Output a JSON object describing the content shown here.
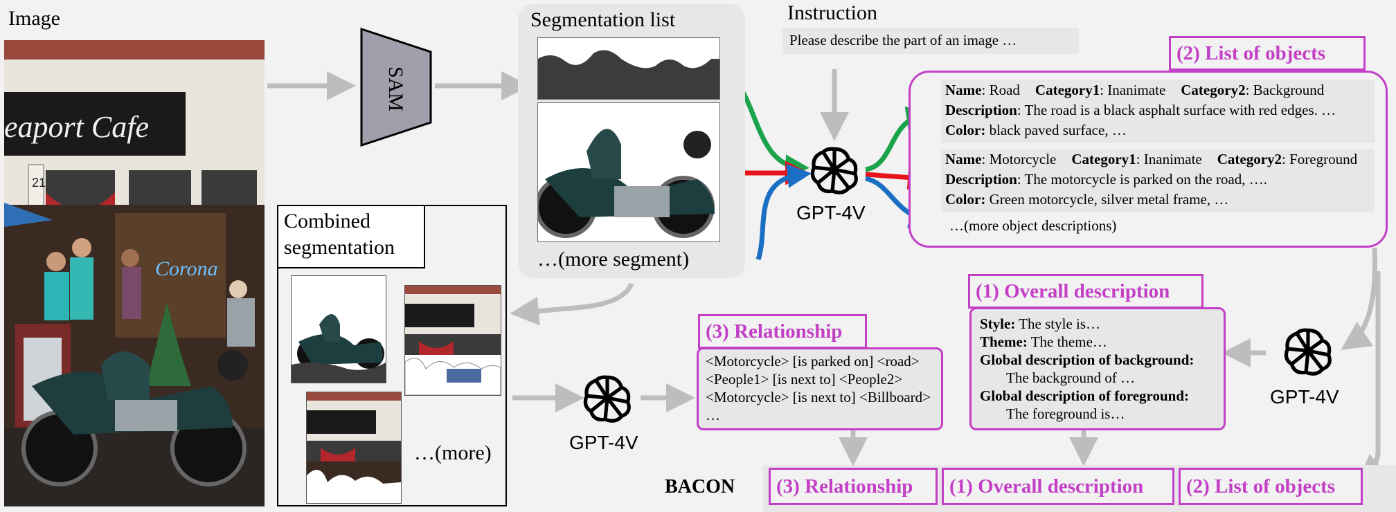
{
  "image_label": "Image",
  "sam_label": "SAM",
  "segmentation_list": {
    "title": "Segmentation list",
    "more": "…(more segment)"
  },
  "instruction": {
    "title": "Instruction",
    "text": "Please describe the part of an image …"
  },
  "combined": {
    "title_line1": "Combined",
    "title_line2": "segmentation",
    "more": "…(more)"
  },
  "gpt_labels": {
    "center": "GPT-4V",
    "bottom": "GPT-4V",
    "right": "GPT-4V"
  },
  "list_of_objects": {
    "title": "(2) List of objects",
    "obj1": {
      "name_key": "Name",
      "name_val": ": Road",
      "cat1_key": "Category1",
      "cat1_val": ": Inanimate",
      "cat2_key": "Category2",
      "cat2_val": ": Background",
      "desc_key": "Description",
      "desc_val": ": The road is a black asphalt surface with red edges. …",
      "color_key": "Color:",
      "color_val": " black paved surface, …"
    },
    "obj2": {
      "name_key": "Name",
      "name_val": ": Motorcycle",
      "cat1_key": "Category1",
      "cat1_val": ": Inanimate",
      "cat2_key": "Category2",
      "cat2_val": ": Foreground",
      "desc_key": "Description",
      "desc_val": ": The motorcycle is parked on the road, ….",
      "color_key": "Color:",
      "color_val": " Green motorcycle, silver metal frame, …"
    },
    "more": "…(more object descriptions)"
  },
  "overall": {
    "title": "(1) Overall description",
    "style_key": "Style:",
    "style_val": " The style is…",
    "theme_key": "Theme:",
    "theme_val": " The theme…",
    "bg_key": "Global description of background:",
    "bg_val": "The background of …",
    "fg_key": "Global description of foreground:",
    "fg_val": "The foreground is…"
  },
  "relationship": {
    "title": "(3) Relationship",
    "lines": [
      "<Motorcycle> [is parked on] <road>",
      "<People1> [is next to] <People2>",
      "<Motorcycle> [is next to] <Billboard>",
      "…"
    ]
  },
  "bacon": {
    "label": "BACON",
    "relationship": "(3) Relationship",
    "overall": "(1) Overall description",
    "objects": "(2) List of objects"
  },
  "photo": {
    "sign_text": "eaport Cafe",
    "number_text": "21",
    "neon_text": "Corona"
  },
  "colors": {
    "magenta": "#c23fc6",
    "green": "#1aa34a",
    "red": "#e8141b",
    "blue": "#1a6fc4",
    "arrow_gray": "#bdbdbd"
  }
}
